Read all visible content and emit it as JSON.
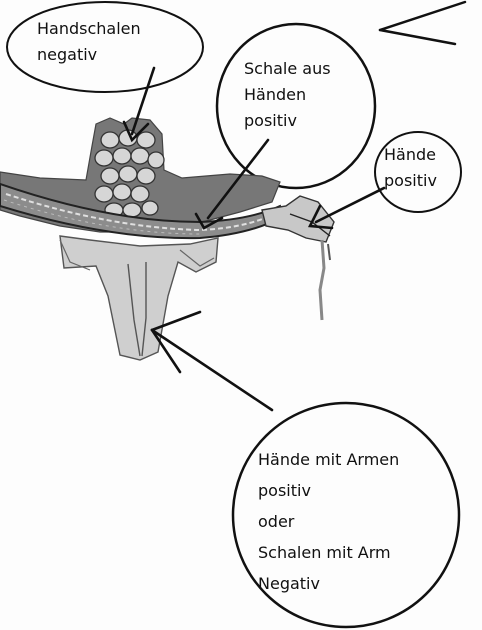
{
  "labels": {
    "handschalen_negativ": {
      "lines": [
        "Handschalen",
        "negativ"
      ]
    },
    "schale_aus_haenden_positiv": {
      "lines": [
        "Schale aus",
        "Händen",
        "positiv"
      ]
    },
    "haende_positiv": {
      "lines": [
        "Hände",
        "positiv"
      ]
    },
    "haende_mit_armen": {
      "lines": [
        "Hände mit Armen",
        "positiv",
        "oder",
        "Schalen mit Arm",
        "Negativ"
      ]
    }
  },
  "colors": {
    "ink": "#111111",
    "sculpture_dark": "#6f6f6f",
    "sculpture_mid": "#9a9a9a",
    "sculpture_light": "#d2d2d2",
    "background": "#fdfdfd"
  }
}
